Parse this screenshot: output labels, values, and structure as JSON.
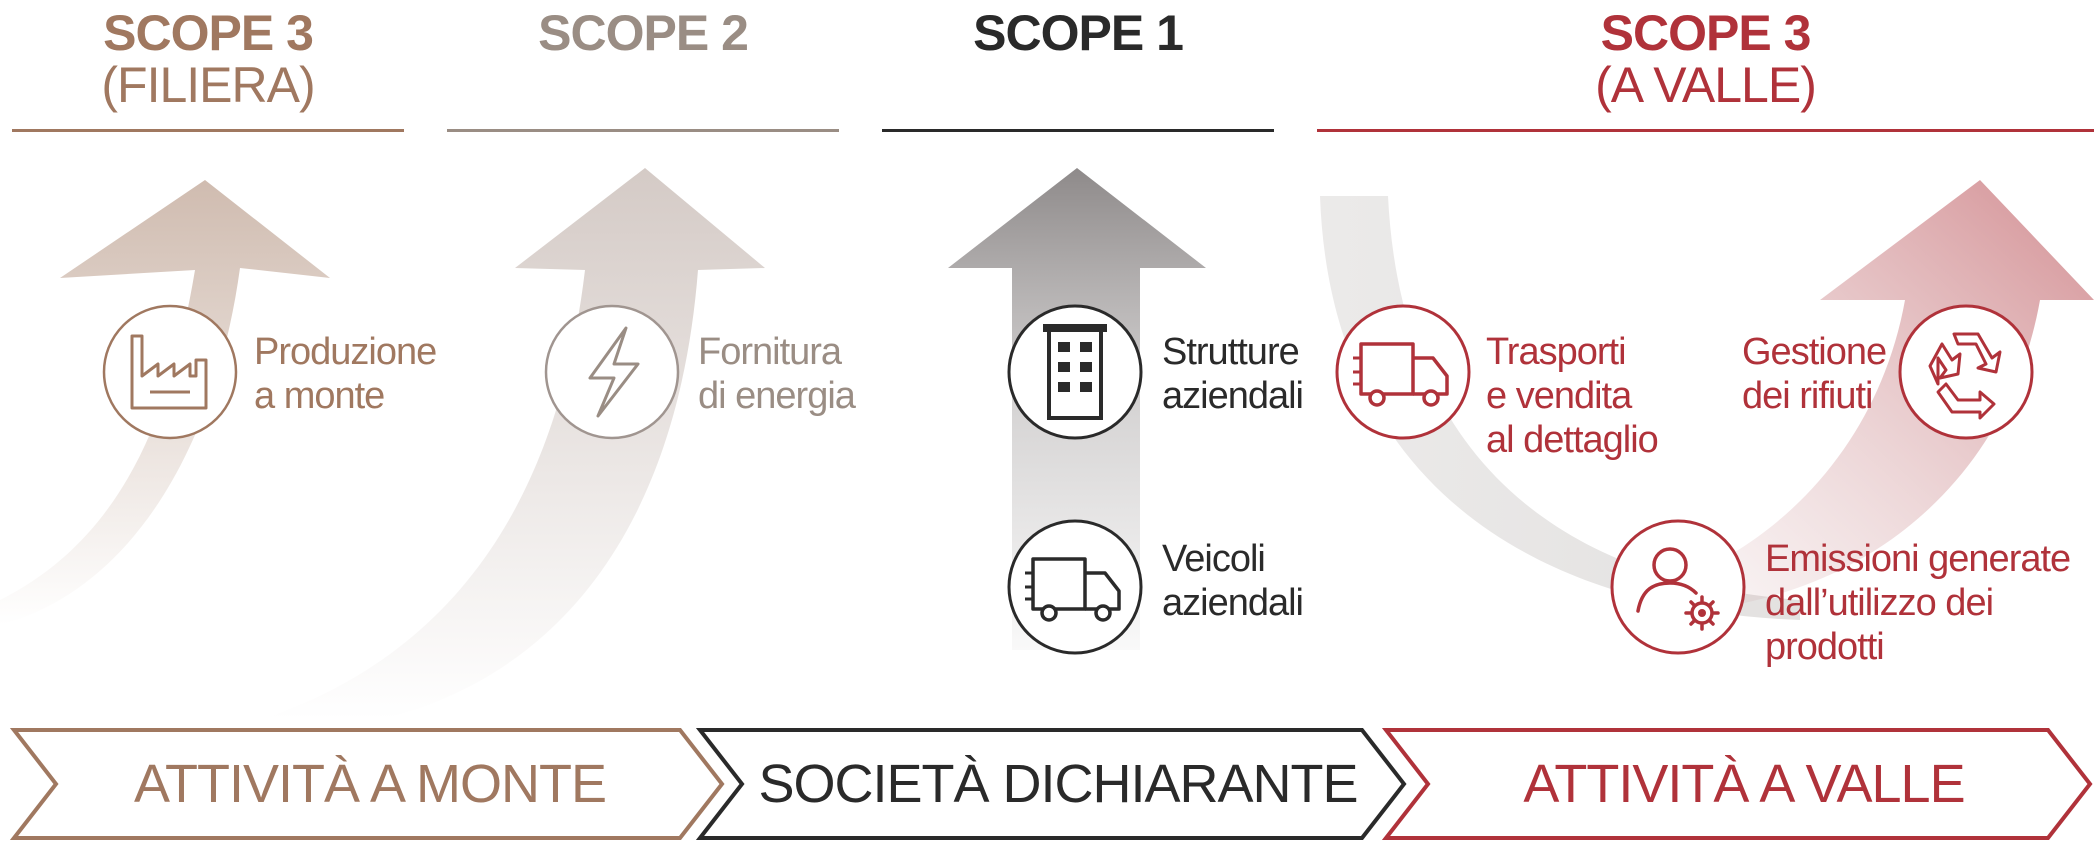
{
  "colors": {
    "upstream": "#a07860",
    "upstream_light": "#9a8d84",
    "company": "#2a2a2a",
    "downstream": "#b0323a"
  },
  "scopes": [
    {
      "title": "SCOPE 3",
      "subtitle": "(FILIERA)",
      "color": "#a07860"
    },
    {
      "title": "SCOPE 2",
      "subtitle": "",
      "color": "#9a8d84"
    },
    {
      "title": "SCOPE 1",
      "subtitle": "",
      "color": "#2a2a2a"
    },
    {
      "title": "SCOPE 3",
      "subtitle": "(A VALLE)",
      "color": "#b0323a"
    }
  ],
  "items": {
    "produzione": {
      "line1": "Produzione",
      "line2": "a monte",
      "icon": "factory-icon"
    },
    "fornitura": {
      "line1": "Fornitura",
      "line2": "di energia",
      "icon": "lightning-icon"
    },
    "strutture": {
      "line1": "Strutture",
      "line2": "aziendali",
      "icon": "building-icon"
    },
    "veicoli": {
      "line1": "Veicoli",
      "line2": "aziendali",
      "icon": "truck-icon"
    },
    "trasporti": {
      "line1": "Trasporti",
      "line2": "e vendita",
      "line3": "al dettaglio",
      "icon": "truck-icon"
    },
    "rifiuti": {
      "line1": "Gestione",
      "line2": "dei rifiuti",
      "icon": "recycle-icon"
    },
    "emissioni": {
      "line1": "Emissioni generate",
      "line2": "dall’utilizzo dei",
      "line3": "prodotti",
      "icon": "user-gear-icon"
    }
  },
  "bands": {
    "upstream": "ATTIVITÀ A MONTE",
    "company": "SOCIETÀ DICHIARANTE",
    "downstream": "ATTIVITÀ A VALLE"
  }
}
